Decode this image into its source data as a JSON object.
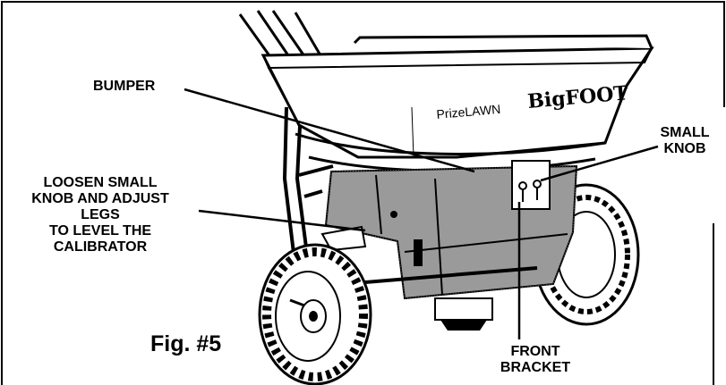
{
  "brand": {
    "prefix": "PrizeLAWN",
    "model": "BigFOOT"
  },
  "labels": {
    "bumper": "BUMPER",
    "small_knob": [
      "SMALL",
      "KNOB"
    ],
    "loosen": [
      "LOOSEN SMALL",
      "KNOB AND ADJUST",
      "LEGS",
      "TO LEVEL THE",
      "CALIBRATOR"
    ],
    "front_bracket": [
      "FRONT",
      "BRACKET"
    ]
  },
  "figure": {
    "caption": "Fig. #5"
  }
}
